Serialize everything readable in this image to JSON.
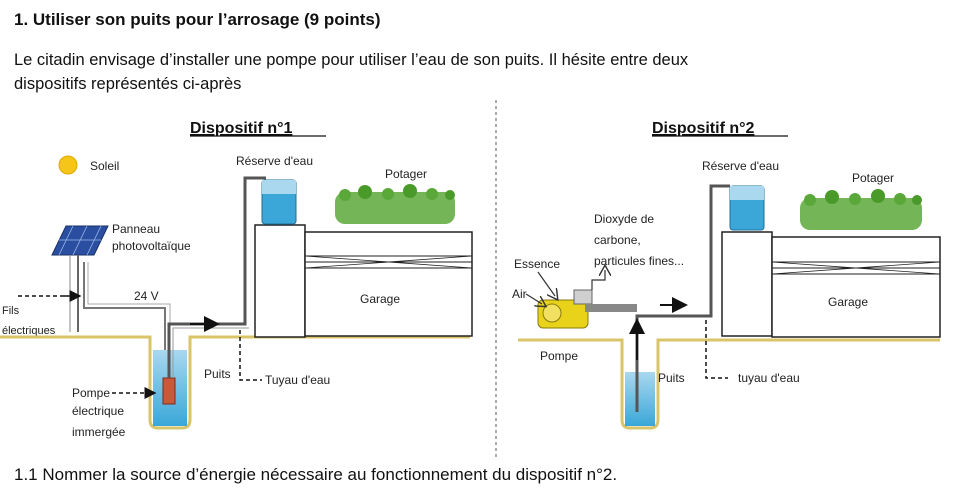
{
  "header": {
    "title": "1. Utiliser son puits pour l’arrosage (9 points)",
    "intro_line1": "Le citadin envisage d’installer une pompe pour utiliser l’eau de son puits. Il hésite entre deux",
    "intro_line2": "dispositifs représentés ci-après"
  },
  "dispositif1": {
    "title": "Dispositif n°1",
    "soleil": "Soleil",
    "panneau_line1": "Panneau",
    "panneau_line2": "photovoltaïque",
    "voltage": "24 V",
    "fils_line1": "Fils",
    "fils_line2": "électriques",
    "reserve": "Réserve d'eau",
    "potager": "Potager",
    "garage": "Garage",
    "puits": "Puits",
    "tuyau": "Tuyau d'eau",
    "pompe_line1": "Pompe",
    "pompe_line2": "électrique",
    "pompe_line3": "immergée"
  },
  "dispositif2": {
    "title": "Dispositif n°2",
    "reserve": "Réserve d'eau",
    "potager": "Potager",
    "dioxyde_line1": "Dioxyde de",
    "dioxyde_line2": "carbone,",
    "dioxyde_line3": "particules fines...",
    "essence": "Essence",
    "air": "Air",
    "garage": "Garage",
    "pompe": "Pompe",
    "puits": "Puits",
    "tuyau": "tuyau d'eau"
  },
  "question": {
    "text": "1.1 Nommer la source d’énergie nécessaire au fonctionnement du dispositif n°2."
  },
  "colors": {
    "water": "#3aa7d8",
    "water_light": "#a9d8ef",
    "sun": "#f5c518",
    "ground": "#d9c46a",
    "plants": "#5aa83a",
    "panel": "#2b4fa0",
    "pump_yellow": "#e8d21a"
  }
}
